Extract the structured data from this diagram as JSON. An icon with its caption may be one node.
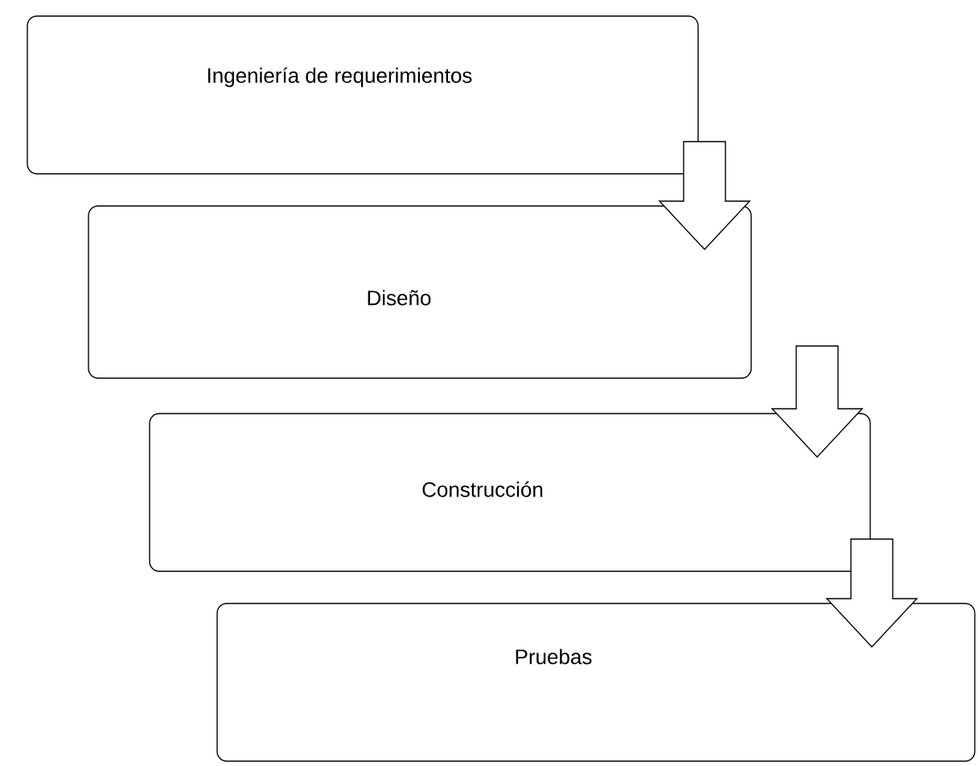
{
  "diagram": {
    "nodes": [
      {
        "text": [
          "Ingeniería de requerimientos"
        ]
      },
      {
        "text": [
          "Diseño"
        ]
      },
      {
        "text": [
          "Construcción"
        ]
      },
      {
        "text": [
          "Pruebas"
        ]
      }
    ],
    "edges": [
      {
        "from": 0,
        "to": 1,
        "arrow": "to"
      },
      {
        "from": 1,
        "to": 2,
        "arrow": "to"
      },
      {
        "from": 2,
        "to": 3,
        "arrow": "to"
      }
    ]
  }
}
